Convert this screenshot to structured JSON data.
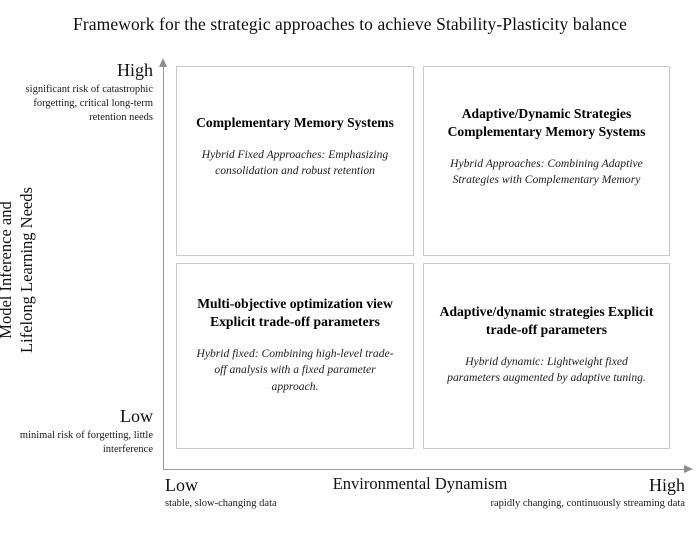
{
  "title": "Framework for the strategic approaches to achieve Stability-Plasticity balance",
  "axes": {
    "y": {
      "title_line1": "Model Inference and",
      "title_line2": "Lifelong Learning Needs",
      "high_label": "High",
      "high_desc": "significant risk of catastrophic forgetting, critical long-term retention needs",
      "low_label": "Low",
      "low_desc": "minimal risk of forgetting, little interference"
    },
    "x": {
      "title": "Environmental Dynamism",
      "low_label": "Low",
      "low_desc": "stable, slow-changing data",
      "high_label": "High",
      "high_desc": "rapidly changing, continuously streaming data"
    }
  },
  "quadrants": {
    "top_left": {
      "heading": "Complementary Memory Systems",
      "subtitle": "Hybrid Fixed Approaches: Emphasizing consolidation and robust retention"
    },
    "top_right": {
      "heading": "Adaptive/Dynamic Strategies Complementary Memory Systems",
      "subtitle": "Hybrid Approaches: Combining Adaptive Strategies with Complementary Memory"
    },
    "bottom_left": {
      "heading": "Multi-objective optimization view Explicit trade-off parameters",
      "subtitle": "Hybrid fixed: Combining high-level trade-off analysis with a fixed parameter approach."
    },
    "bottom_right": {
      "heading": "Adaptive/dynamic strategies Explicit trade-off parameters",
      "subtitle": "Hybrid dynamic: Lightweight fixed parameters augmented by adaptive tuning."
    }
  },
  "chart_data": {
    "type": "table",
    "title": "Framework for the strategic approaches to achieve Stability-Plasticity balance",
    "xlabel": "Environmental Dynamism",
    "ylabel": "Model Inference and Lifelong Learning Needs",
    "x_categories": [
      "Low",
      "High"
    ],
    "y_categories": [
      "Low",
      "High"
    ],
    "grid": true,
    "legend": "none",
    "cells": [
      {
        "x": "Low",
        "y": "High",
        "heading": "Complementary Memory Systems",
        "subtitle": "Hybrid Fixed Approaches: Emphasizing consolidation and robust retention"
      },
      {
        "x": "High",
        "y": "High",
        "heading": "Adaptive/Dynamic Strategies Complementary Memory Systems",
        "subtitle": "Hybrid Approaches: Combining Adaptive Strategies with Complementary Memory"
      },
      {
        "x": "Low",
        "y": "Low",
        "heading": "Multi-objective optimization view Explicit trade-off parameters",
        "subtitle": "Hybrid fixed: Combining high-level trade-off analysis with a fixed parameter approach."
      },
      {
        "x": "High",
        "y": "Low",
        "heading": "Adaptive/dynamic strategies Explicit trade-off parameters",
        "subtitle": "Hybrid dynamic: Lightweight fixed parameters augmented by adaptive tuning."
      }
    ],
    "colors": {
      "background": "#ffffff",
      "text": "#111111",
      "box_border": "#c9c9c9",
      "axis_line": "#9a9a9a"
    }
  }
}
